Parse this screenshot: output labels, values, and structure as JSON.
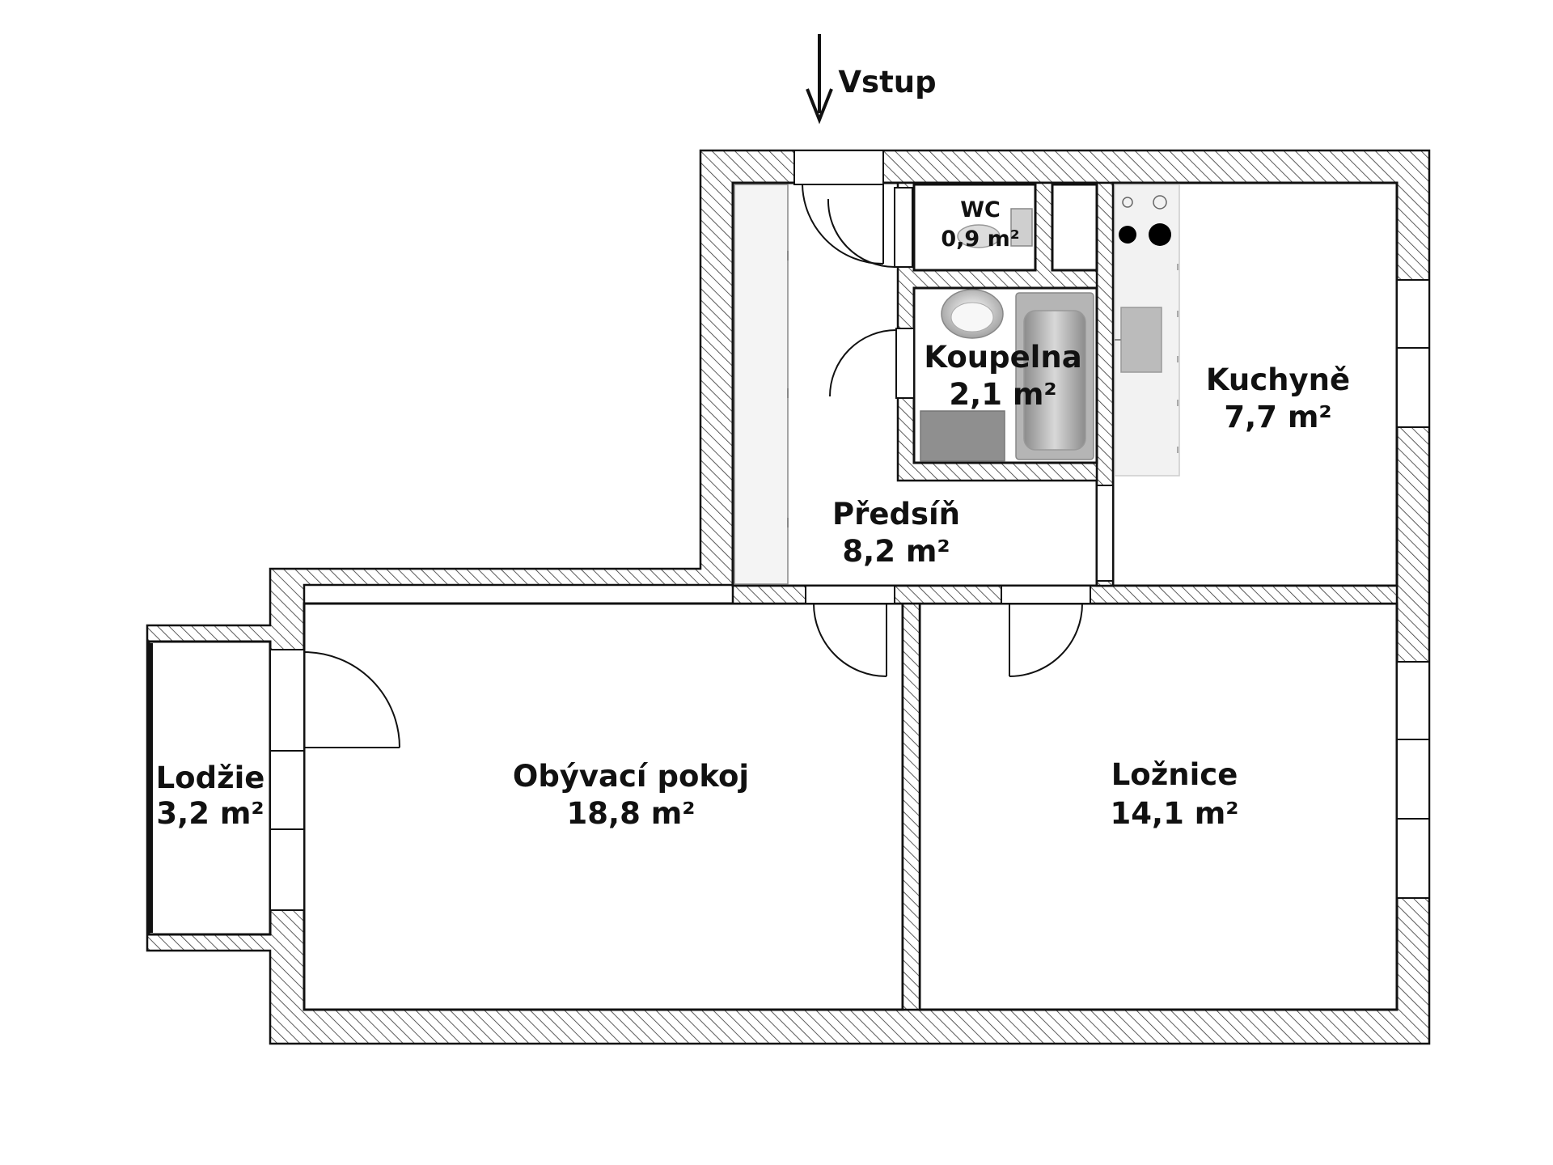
{
  "entrance": {
    "label": "Vstup"
  },
  "rooms": {
    "wc": {
      "name": "WC",
      "area": "0,9 m²"
    },
    "bath": {
      "name": "Koupelna",
      "area": "2,1 m²"
    },
    "kitchen": {
      "name": "Kuchyně",
      "area": "7,7 m²"
    },
    "hall": {
      "name": "Předsíň",
      "area": "8,2 m²"
    },
    "loggia": {
      "name": "Lodžie",
      "area": "3,2 m²"
    },
    "living": {
      "name": "Obývací pokoj",
      "area": "18,8 m²"
    },
    "bedroom": {
      "name": "Ložnice",
      "area": "14,1 m²"
    }
  },
  "colors": {
    "wall_line": "#111111",
    "fixture_grey": "#9a9a9a"
  }
}
